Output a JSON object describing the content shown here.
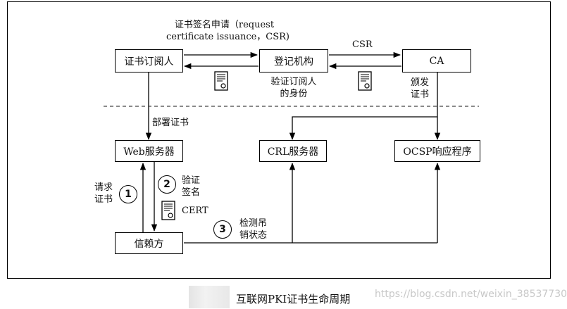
{
  "nodes": {
    "subscriber": "证书订阅人",
    "ra": "登记机构",
    "ca": "CA",
    "web_server": "Web服务器",
    "crl_server": "CRL服务器",
    "ocsp": "OCSP响应程序",
    "relying_party": "信赖方"
  },
  "labels": {
    "request_line1": "证书签名申请（request",
    "request_line2": "certificate issuance，CSR)",
    "csr": "CSR",
    "verify_line1": "验证订阅人",
    "verify_line2": "的身份",
    "issue_line1": "颁发",
    "issue_line2": "证书",
    "deploy": "部署证书",
    "request_cert_line1": "请求",
    "request_cert_line2": "证书",
    "verify_sig_line1": "验证",
    "verify_sig_line2": "签名",
    "cert": "CERT",
    "check_line1": "检测吊",
    "check_line2": "销状态"
  },
  "steps": {
    "one": "1",
    "two": "2",
    "three": "3"
  },
  "caption": "互联网PKI证书生命周期",
  "watermark": "https://blog.csdn.net/weixin_38537730"
}
